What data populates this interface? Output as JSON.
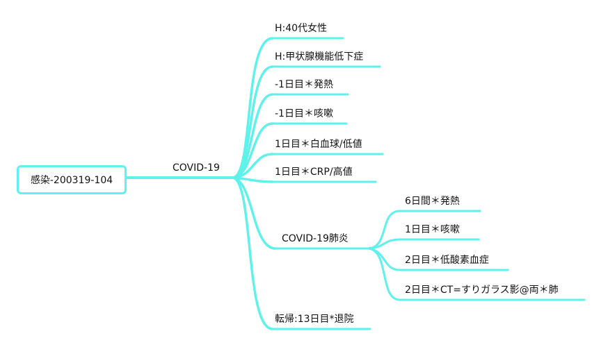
{
  "accent_color": "#5ef2ea",
  "root": {
    "label": "感染-200319-104"
  },
  "branch": {
    "label": "COVID-19"
  },
  "children": [
    {
      "label": "H:40代女性"
    },
    {
      "label": "H:甲状腺機能低下症"
    },
    {
      "label": "-1日目＊発熱"
    },
    {
      "label": "-1日目＊咳嗽"
    },
    {
      "label": "1日目＊白血球/低値"
    },
    {
      "label": "1日目＊CRP/高値"
    },
    {
      "label": "COVID-19肺炎",
      "children": [
        {
          "label": "6日間＊発熱"
        },
        {
          "label": "1日目＊咳嗽"
        },
        {
          "label": "2日目＊低酸素血症"
        },
        {
          "label": "2日目＊CT=すりガラス影@両＊肺"
        }
      ]
    },
    {
      "label": "転帰:13日目*退院"
    }
  ]
}
